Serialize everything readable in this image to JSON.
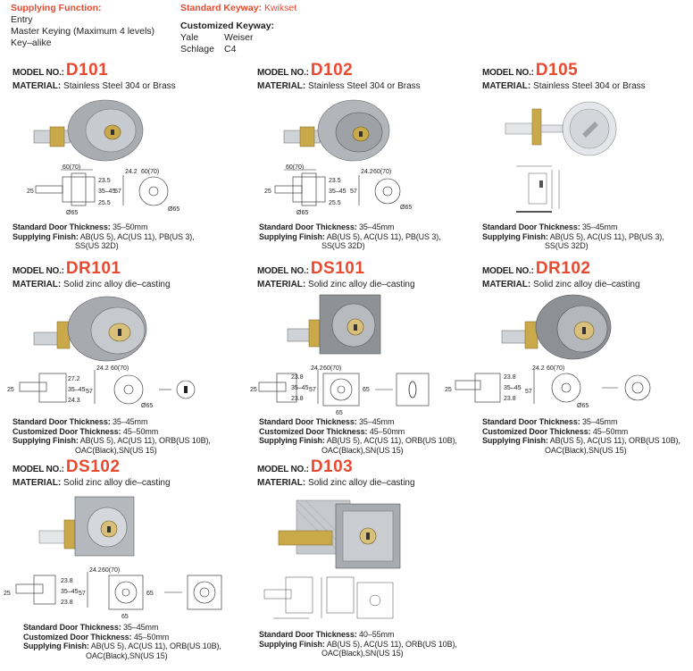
{
  "header": {
    "supplying_function": {
      "label": "Supplying Function:",
      "items": [
        "Entry",
        "Master Keying (Maximum 4 levels)",
        "Key–alike"
      ]
    },
    "keyway": {
      "label": "Standard Keyway:",
      "value": "Kwikset",
      "customized_label": "Customized Keyway:",
      "items": [
        "Yale",
        "Weiser",
        "Schlage",
        "C4"
      ]
    }
  },
  "labels": {
    "model_no": "MODEL NO.:",
    "material": "MATERIAL:",
    "door_thickness": "Standard Door Thickness:",
    "customized_door_thickness": "Customized Door Thickness:",
    "supplying_finish": "Supplying Finish:"
  },
  "models": [
    {
      "code": "D101",
      "material": "Stainless Steel 304 or Brass",
      "door_thickness": "35–50mm",
      "finish_line1": "AB(US 5), AC(US 11), PB(US 3),",
      "finish_line2": "SS(US 32D)",
      "dims": [
        "60(70)",
        "24.2",
        "60(70)",
        "23.5",
        "35–45",
        "25.5",
        "25",
        "57",
        "Ø65",
        "Ø65"
      ]
    },
    {
      "code": "D102",
      "material": "Stainless Steel 304 or Brass",
      "door_thickness": "35–45mm",
      "finish_line1": "AB(US 5), AC(US 11), PB(US 3),",
      "finish_line2": "SS(US 32D)",
      "dims": [
        "60(70)",
        "24.2",
        "60(70)",
        "23.5",
        "35–45",
        "25.5",
        "25",
        "57",
        "Ø65",
        "Ø65"
      ]
    },
    {
      "code": "D105",
      "material": "Stainless Steel 304 or Brass",
      "door_thickness": "35–45mm",
      "finish_line1": "AB(US 5), AC(US 11), PB(US 3),",
      "finish_line2": "SS(US 32D)"
    },
    {
      "code": "DR101",
      "material": "Solid zinc alloy die–casting",
      "door_thickness": "35–45mm",
      "custom_thickness": "45–50mm",
      "finish_line1": "AB(US 5), AC(US 11), ORB(US 10B),",
      "finish_line2": "OAC(Black),SN(US 15)",
      "dims": [
        "24.2",
        "60(70)",
        "27.2",
        "35–45",
        "24.3",
        "25",
        "57",
        "Ø65"
      ]
    },
    {
      "code": "DS101",
      "material": "Solid zinc alloy die–casting",
      "door_thickness": "35–45mm",
      "custom_thickness": "45–50mm",
      "finish_line1": "AB(US 5), AC(US 11), ORB(US 10B),",
      "finish_line2": "OAC(Black),SN(US 15)",
      "dims": [
        "24.2",
        "60(70)",
        "23.8",
        "35–45",
        "23.8",
        "25",
        "57",
        "65",
        "65"
      ]
    },
    {
      "code": "DR102",
      "material": "Solid zinc alloy die–casting",
      "door_thickness": "35–45mm",
      "custom_thickness": "45–50mm",
      "finish_line1": "AB(US 5), AC(US 11), ORB(US 10B),",
      "finish_line2": "OAC(Black),SN(US 15)",
      "dims": [
        "24.2",
        "60(70)",
        "23.8",
        "35–45",
        "23.8",
        "25",
        "57",
        "Ø65"
      ]
    },
    {
      "code": "DS102",
      "material": "Solid zinc alloy die–casting",
      "door_thickness": "35–45mm",
      "custom_thickness": "45–50mm",
      "finish_line1": "AB(US 5), AC(US 11), ORB(US 10B),",
      "finish_line2": "OAC(Black),SN(US 15)",
      "dims": [
        "24.2",
        "60(70)",
        "23.8",
        "35–45",
        "23.8",
        "25",
        "57",
        "65",
        "65"
      ]
    },
    {
      "code": "D103",
      "material": "Solid zinc alloy die–casting",
      "door_thickness": "40–55mm",
      "finish_line1": "AB(US 5), AC(US 11), ORB(US 10B),",
      "finish_line2": "OAC(Black),SN(US 15)"
    }
  ],
  "colors": {
    "accent": "#e8492f",
    "text": "#222222",
    "brass": "#c9a94a",
    "steel": "#b9bdc2"
  }
}
